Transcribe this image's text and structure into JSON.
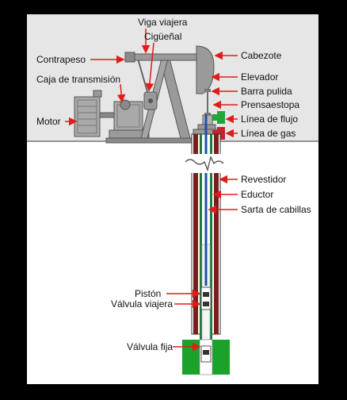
{
  "labels": {
    "viga_viajera": "Viga viajera",
    "ciguenal": "Cigüeñal",
    "contrapeso": "Contrapeso",
    "cabezote": "Cabezote",
    "caja_transmision": "Caja de transmisión",
    "elevador": "Elevador",
    "barra_pulida": "Barra pulida",
    "prensaestopa": "Prensaestopa",
    "motor": "Motor",
    "linea_flujo": "Línea de flujo",
    "linea_gas": "Línea de gas",
    "revestidor": "Revestidor",
    "eductor": "Eductor",
    "sarta_cabillas": "Sarta de cabillas",
    "piston": "Pistón",
    "valvula_viajera": "Válvula viajera",
    "valvula_fija": "Válvula fija"
  },
  "colors": {
    "background": "#000000",
    "sky": "#e6e6e6",
    "ground": "#ffffff",
    "casing": "#7a1e1e",
    "tubing": "#1f7a3a",
    "rods": "#1e4fa6",
    "formation": "#1aa32b",
    "arrows": "#e21b1b",
    "machine": "#9a9a9a",
    "flow_line": "#21a63a",
    "gas_line": "#c0262b"
  }
}
